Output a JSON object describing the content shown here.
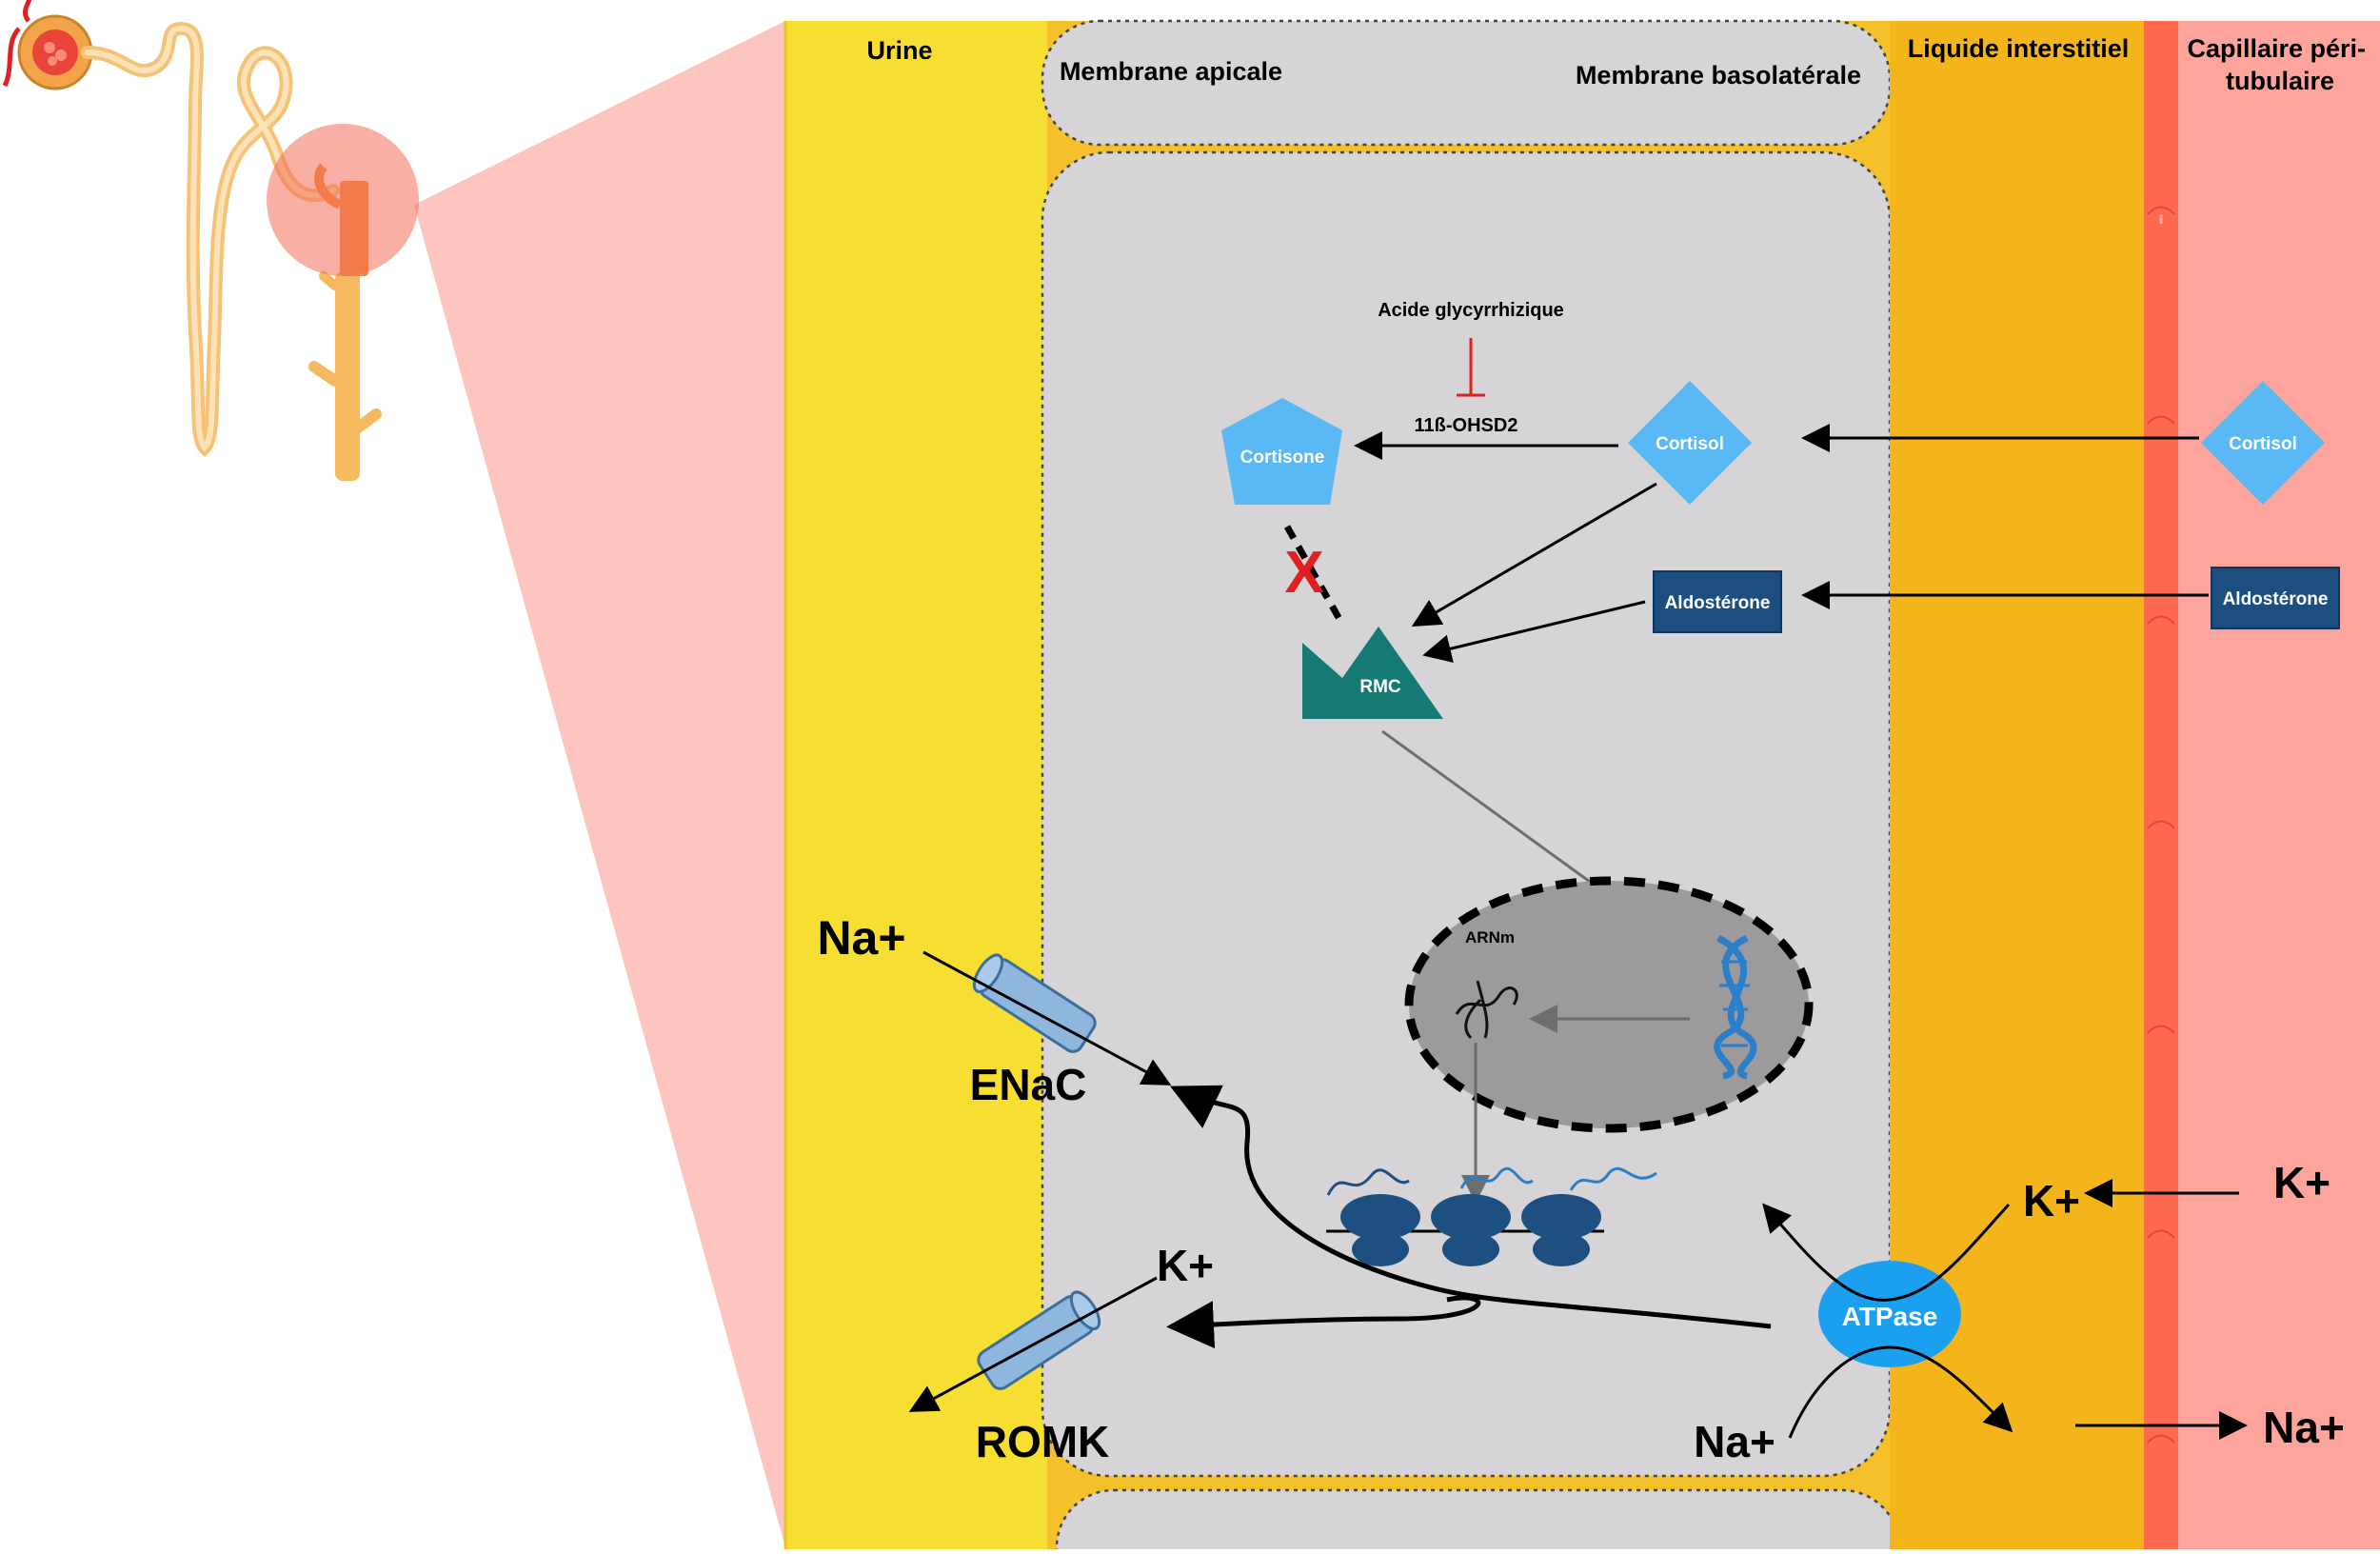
{
  "zones": {
    "urine": "Urine",
    "apical_membrane": "Membrane apicale",
    "basolateral_membrane": "Membrane basolatérale",
    "interstitial_fluid": "Liquide interstitiel",
    "capillary": "Capillaire péri-\ntubulaire"
  },
  "molecules": {
    "glycyrrhizic_acid": "Acide glycyrrhizique",
    "enzyme": "11ß-OHSD2",
    "cortisone": "Cortisone",
    "cortisol_cell": "Cortisol",
    "cortisol_capillary": "Cortisol",
    "aldosterone_cell": "Aldostérone",
    "aldosterone_capillary": "Aldostérone",
    "receptor": "RMC",
    "block_mark": "X",
    "mrna": "ARNm"
  },
  "transport": {
    "na_urine": "Na+",
    "enac": "ENaC",
    "k_cell": "K+",
    "romk": "ROMK",
    "atpase": "ATPase",
    "k_interstitial": "K+",
    "k_capillary": "K+",
    "na_cell": "Na+",
    "na_capillary": "Na+"
  },
  "colors": {
    "urine": "#f7de32",
    "cell": "#d6d4d6",
    "interstitial": "#f4b51c",
    "capillary_wall": "#ff6a4e",
    "capillary_lumen": "#fda49c",
    "zoom_wedge": "#fcc5bf",
    "light_blue": "#5ab8f5",
    "navy": "#1c4e80",
    "teal": "#157a74",
    "ribosome": "#1d4f80",
    "atpase": "#1aa0ef",
    "inhibit_red": "#e02020",
    "nucleus": "#9c9a9c",
    "nephron_tube": "#f5c277",
    "collecting_duct": "#f28c3b"
  }
}
